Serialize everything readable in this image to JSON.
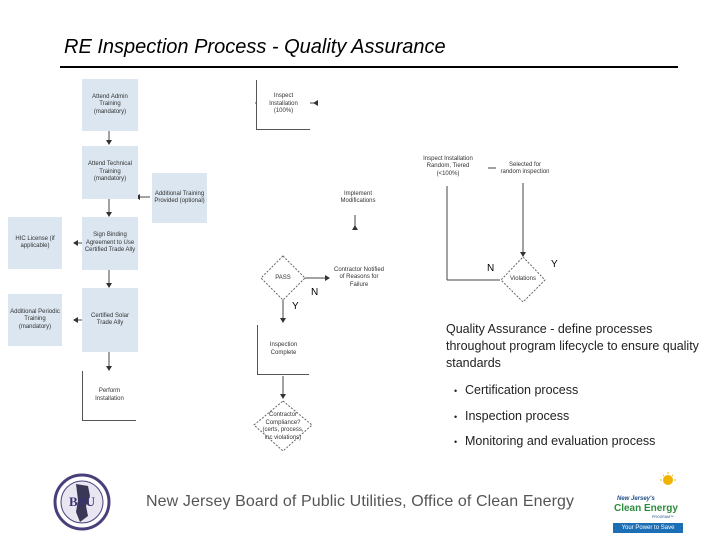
{
  "slide": {
    "title": "RE Inspection Process - Quality Assurance"
  },
  "flowchart": {
    "left_column": [
      {
        "id": "attend_admin",
        "text": "Attend Admin Training (mandatory)"
      },
      {
        "id": "attend_technical",
        "text": "Attend Technical Training (mandatory)"
      },
      {
        "id": "sign_binding",
        "text": "Sign Binding Agreement to Use Certified Trade Ally"
      },
      {
        "id": "certified_solar",
        "text": "Certified Solar Trade Ally"
      },
      {
        "id": "perform_install",
        "text": "Perform Installation"
      }
    ],
    "side_boxes": [
      {
        "id": "hic_license",
        "text": "HIC License (if applicable)"
      },
      {
        "id": "additional_periodic",
        "text": "Additional Periodic Training (mandatory)"
      },
      {
        "id": "additional_training",
        "text": "Additional Training Provided (optional)"
      }
    ],
    "middle": [
      {
        "id": "inspect_installation",
        "text": "Inspect Installation (100%)"
      },
      {
        "id": "implement_modifications",
        "text": "Implement Modifications"
      },
      {
        "id": "pass",
        "text": "PASS"
      },
      {
        "id": "contractor_notified",
        "text": "Contractor Notified of Reasons for Failure"
      },
      {
        "id": "inspection_complete",
        "text": "Inspection Complete"
      },
      {
        "id": "contractor_compliance",
        "text": "Contractor Compliance? (certs, process, inc violations)"
      }
    ],
    "right": [
      {
        "id": "inspect_random",
        "text": "Inspect Installation Random, Tiered (<100%)"
      },
      {
        "id": "selected_random",
        "text": "Selected for random inspection"
      },
      {
        "id": "violations",
        "text": "Violations"
      }
    ],
    "labels": {
      "n1": "N",
      "y1": "Y",
      "n2": "N",
      "y2": "Y"
    }
  },
  "qa_note": {
    "text": "Quality Assurance - define processes throughout program lifecycle to ensure quality standards",
    "bullets": [
      "Certification process",
      "Inspection process",
      "Monitoring and evaluation process"
    ]
  },
  "footer": {
    "text": "New Jersey Board of Public Utilities, Office of Clean Energy",
    "bpu_logo": "BPU",
    "ce_logo_line1": "New Jersey's",
    "ce_logo_line2": "Clean Energy",
    "ce_logo_line3": "PROGRAM™",
    "ce_logo_tagline": "Your Power to Save"
  },
  "colors": {
    "box_fill": "#dbe6f0",
    "title_rule": "#000000",
    "clean_energy_green": "#2c8c3c",
    "clean_energy_blue": "#1d6fb5"
  }
}
